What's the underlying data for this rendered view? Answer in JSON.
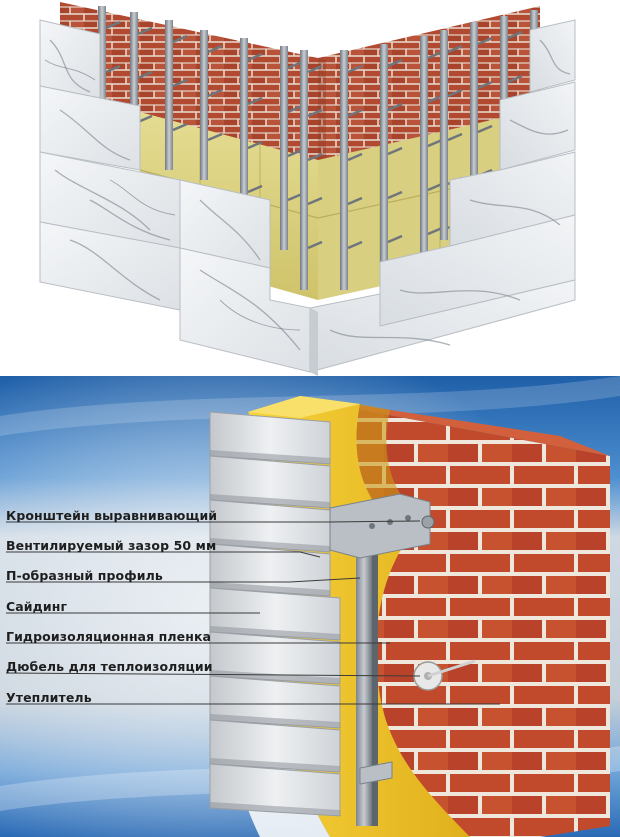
{
  "labels": [
    "Кронштейн выравнивающий",
    "Вентилируемый зазор 50 мм",
    "П-образный профиль",
    "Сайдинг",
    "Гидроизоляционная пленка",
    "Дюбель для теплоизоляции",
    "Утеплитель"
  ],
  "colors": {
    "brick": "#b54a32",
    "mortar": "#e8d8cc",
    "insulation": "#d9d07a",
    "insulation_yellow": "#f0c020",
    "marble": "#e9ecef",
    "metal": "#9aa0a6",
    "siding": "#d8dbde",
    "background_blue": "#2f78c4"
  },
  "images": {
    "top": "ventilated-facade-marble-panels",
    "bottom": "ventilated-facade-siding-cross-section"
  }
}
